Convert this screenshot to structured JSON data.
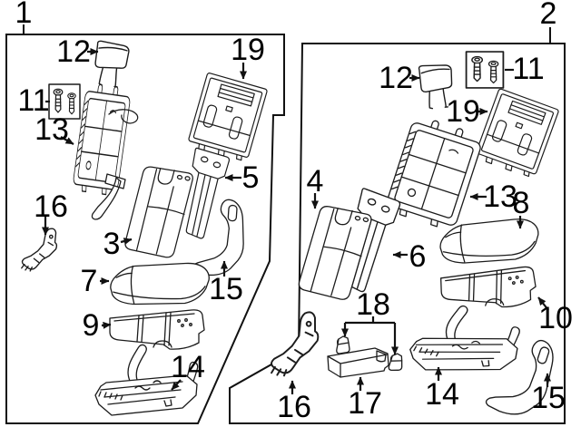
{
  "figure": {
    "type": "parts-diagram",
    "background": "#ffffff",
    "line_color": "#1c1c1c"
  },
  "panels": [
    {
      "label": "1",
      "callouts": [
        {
          "number": "12",
          "part": "headrest"
        },
        {
          "number": "19",
          "part": "seat-back-panel"
        },
        {
          "number": "11",
          "part": "headrest-bolts"
        },
        {
          "number": "13",
          "part": "seat-back-frame"
        },
        {
          "number": "5",
          "part": "center-bracket"
        },
        {
          "number": "16",
          "part": "hinge-bracket"
        },
        {
          "number": "3",
          "part": "seat-back-cushion"
        },
        {
          "number": "7",
          "part": "seat-cushion"
        },
        {
          "number": "9",
          "part": "cushion-pan"
        },
        {
          "number": "15",
          "part": "side-trim"
        },
        {
          "number": "14",
          "part": "seat-frame"
        }
      ]
    },
    {
      "label": "2",
      "callouts": [
        {
          "number": "12",
          "part": "headrest"
        },
        {
          "number": "11",
          "part": "headrest-bolts"
        },
        {
          "number": "19",
          "part": "seat-back-panel"
        },
        {
          "number": "4",
          "part": "seat-back-cushion"
        },
        {
          "number": "13",
          "part": "seat-back-frame"
        },
        {
          "number": "8",
          "part": "seat-cushion"
        },
        {
          "number": "6",
          "part": "seat-back-trim-panel"
        },
        {
          "number": "18",
          "part": "retainer-clips"
        },
        {
          "number": "10",
          "part": "cushion-pan"
        },
        {
          "number": "16",
          "part": "hinge-bracket"
        },
        {
          "number": "17",
          "part": "armrest"
        },
        {
          "number": "14",
          "part": "seat-frame"
        },
        {
          "number": "15",
          "part": "side-trim"
        }
      ]
    }
  ]
}
